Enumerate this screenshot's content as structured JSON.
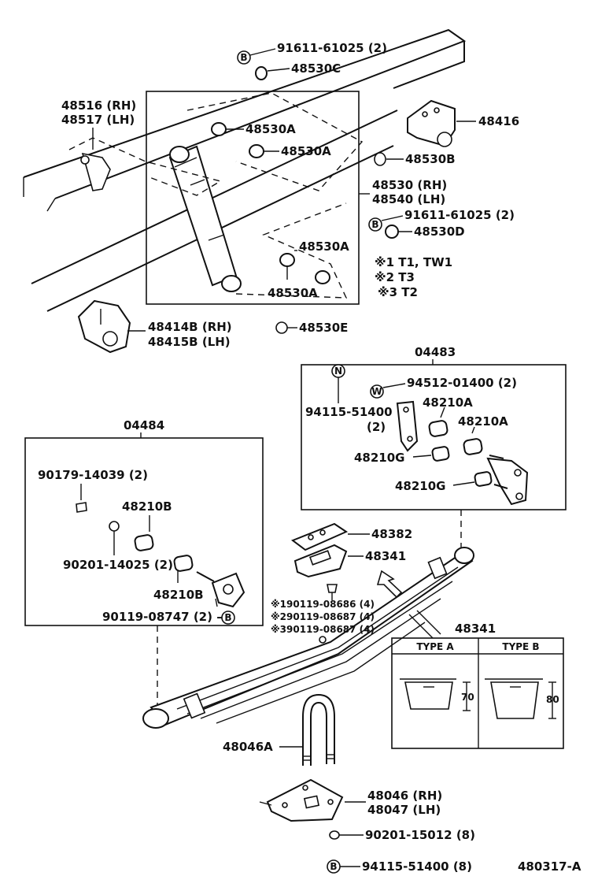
{
  "labels": {
    "p91611_top": "91611-61025 (2)",
    "p48530c": "48530C",
    "p48516": "48516 (RH)",
    "p48517": "48517 (LH)",
    "p48530a_1": "48530A",
    "p48530a_2": "48530A",
    "p48416": "48416",
    "p48530b": "48530B",
    "p48530": "48530 (RH)",
    "p48540": "48540 (LH)",
    "p91611_mid": "91611-61025 (2)",
    "p48530d": "48530D",
    "p48530a_3": "48530A",
    "p48530a_4": "48530A",
    "note1": "※1 T1, TW1",
    "note2": "※2 T3",
    "note3": "※3 T2",
    "p48414b": "48414B (RH)",
    "p48415b": "48415B (LH)",
    "p48530e": "48530E",
    "kit04483": "04483",
    "p94512": "94512-01400 (2)",
    "p94115_a": "94115-51400",
    "p94115_a_qty": "(2)",
    "p48210a_1": "48210A",
    "p48210a_2": "48210A",
    "p48210g_1": "48210G",
    "p48210g_2": "48210G",
    "kit04484": "04484",
    "p90179": "90179-14039 (2)",
    "p48210b_1": "48210B",
    "p90201_a": "90201-14025 (2)",
    "p48210b_2": "48210B",
    "p90119_a": "90119-08747 (2) —",
    "p48382": "48382",
    "p48341_1": "48341",
    "bolt1": "※190119-08686 (4)",
    "bolt2": "※290119-08687 (4)",
    "bolt3": "※390119-08687 (4)",
    "p48341_2": "48341",
    "type_a": "TYPE A",
    "type_b": "TYPE B",
    "dim70": "70",
    "dim80": "80",
    "p48046a": "48046A",
    "p48046": "48046 (RH)",
    "p48047": "48047 (LH)",
    "p90201_b": "90201-15012 (8)",
    "p94115_b": "94115-51400 (8)",
    "figure_no": "480317-A"
  },
  "symbols": {
    "b": "B",
    "n": "N",
    "w": "W"
  }
}
